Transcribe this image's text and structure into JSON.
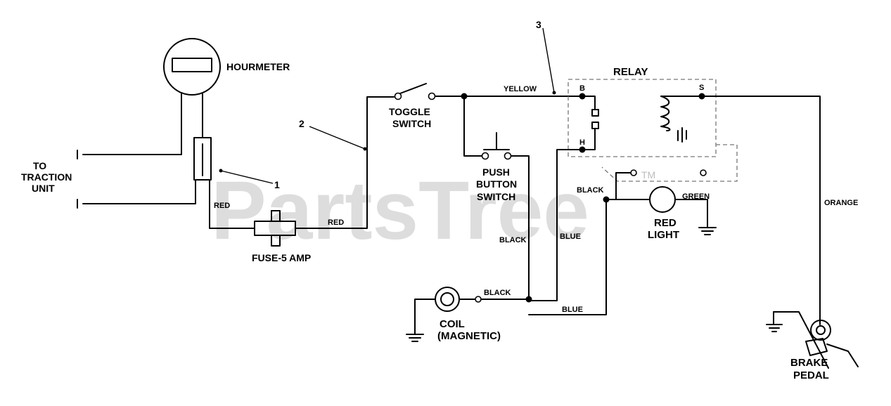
{
  "watermark": {
    "text": "PartsTree",
    "tm": "TM"
  },
  "components": {
    "hourmeter": "HOURMETER",
    "traction_line1": "TO",
    "traction_line2": "TRACTION",
    "traction_line3": "UNIT",
    "fuse": "FUSE-5 AMP",
    "toggle_line1": "TOGGLE",
    "toggle_line2": "SWITCH",
    "push_line1": "PUSH",
    "push_line2": "BUTTON",
    "push_line3": "SWITCH",
    "relay": "RELAY",
    "relay_b": "B",
    "relay_h": "H",
    "relay_s": "S",
    "light_line1": "RED",
    "light_line2": "LIGHT",
    "coil_line1": "COIL",
    "coil_line2": "(MAGNETIC)",
    "brake_line1": "BRAKE",
    "brake_line2": "PEDAL"
  },
  "callouts": {
    "c1": "1",
    "c2": "2",
    "c3": "3"
  },
  "wires": {
    "red_hourmeter": "RED",
    "red_fuse": "RED",
    "yellow": "YELLOW",
    "black_relay": "BLACK",
    "black_push": "BLACK",
    "black_coil": "BLACK",
    "blue_mid": "BLUE",
    "blue_bottom": "BLUE",
    "green": "GREEN",
    "orange": "ORANGE"
  },
  "colors": {
    "line": "#000000",
    "watermark": "#cfcfcf",
    "relay_outline": "#777777"
  }
}
